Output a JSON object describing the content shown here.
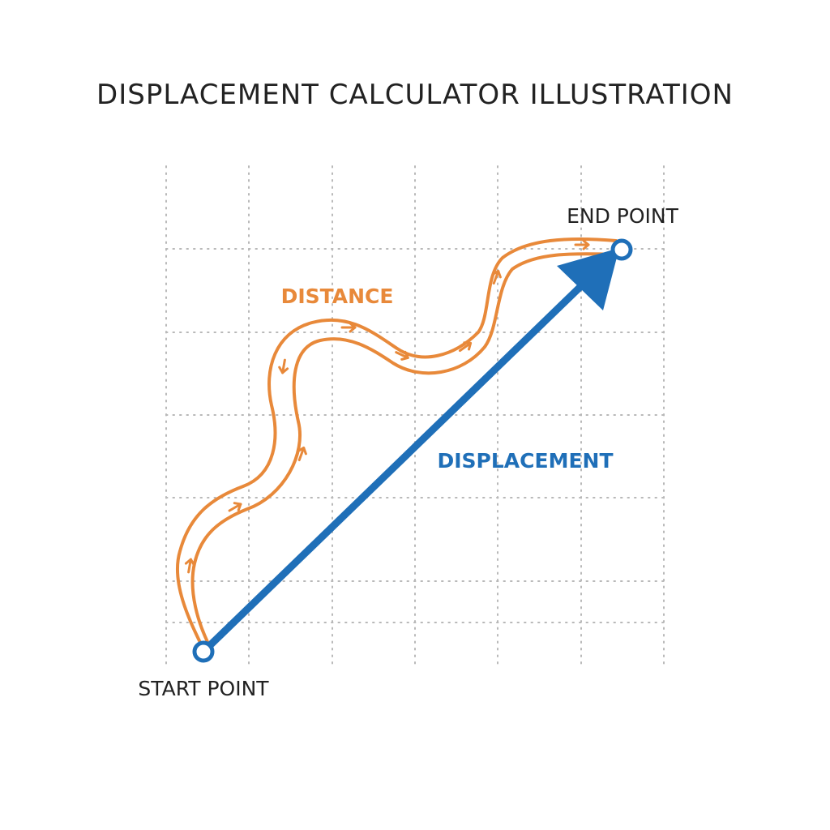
{
  "title": "DISPLACEMENT CALCULATOR ILLUSTRATION",
  "labels": {
    "start_point": "START POINT",
    "end_point": "END POINT",
    "distance": "DISTANCE",
    "displacement": "DISPLACEMENT"
  },
  "colors": {
    "distance": "#e8893a",
    "displacement": "#1f6fb8",
    "grid": "#b8b8b8",
    "text": "#222222",
    "background": "#ffffff"
  }
}
